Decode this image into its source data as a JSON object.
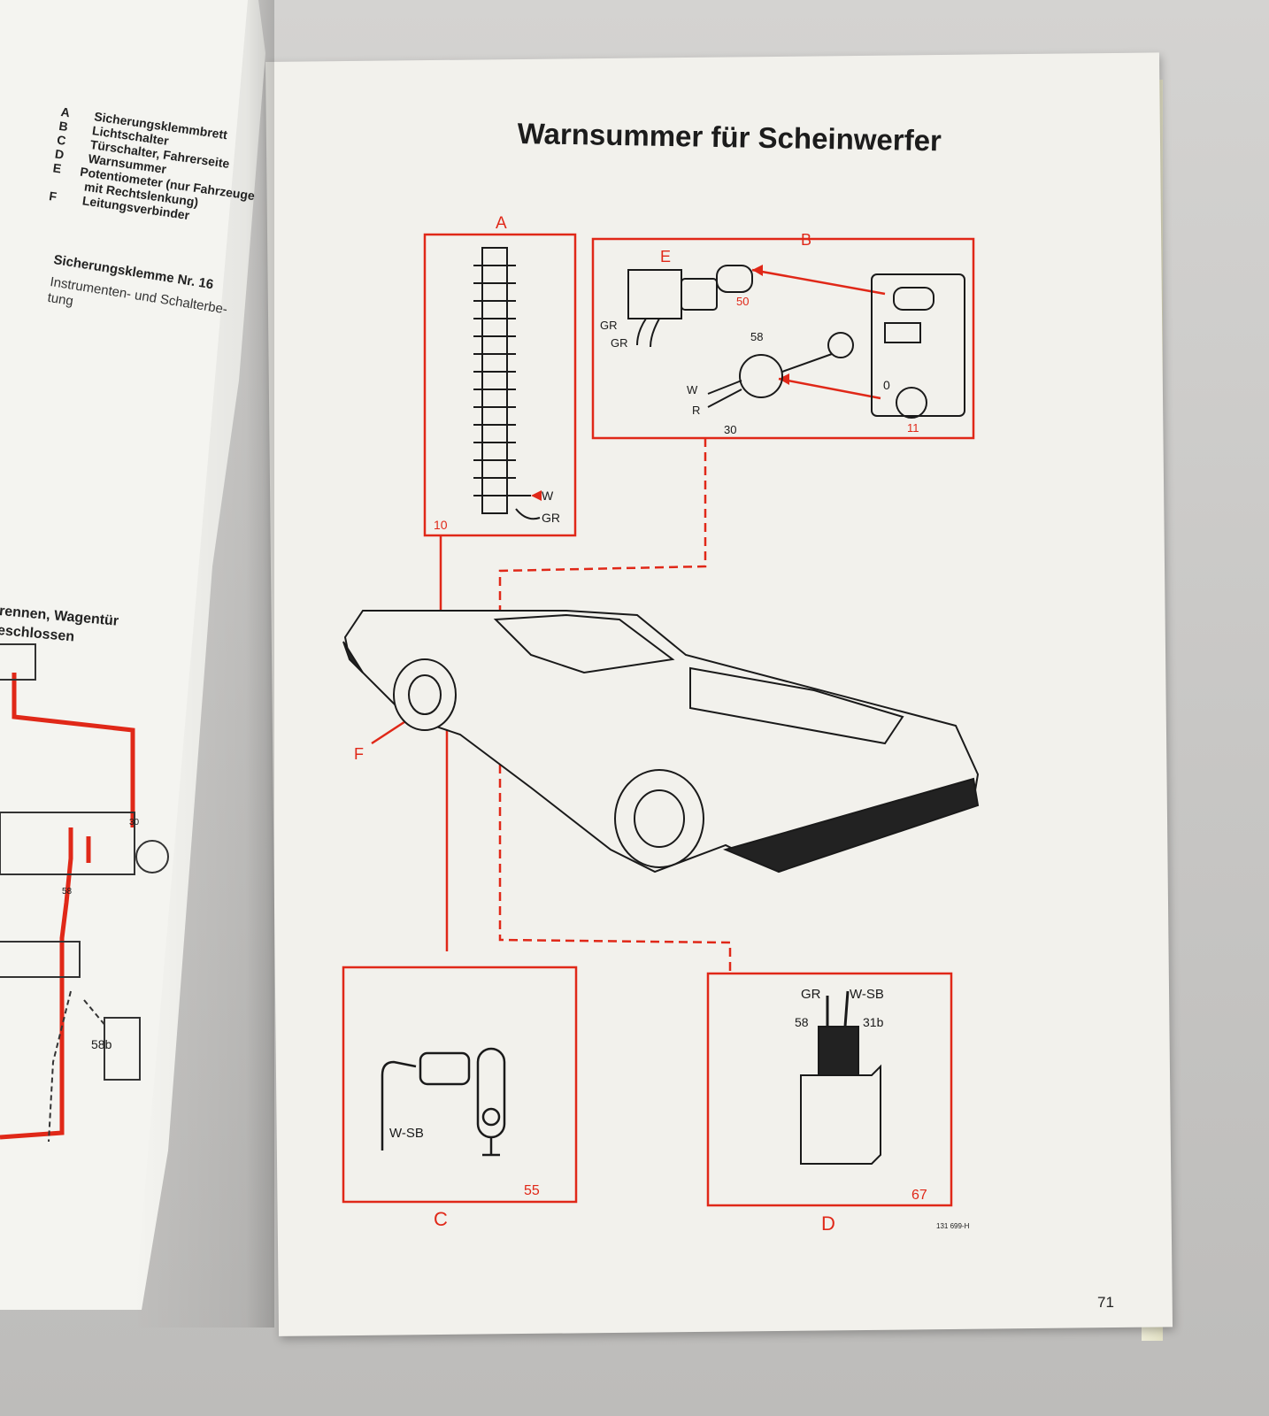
{
  "left_page": {
    "legend": [
      {
        "key": "A",
        "label": "Sicherungsklemmbrett"
      },
      {
        "key": "B",
        "label": "Lichtschalter"
      },
      {
        "key": "C",
        "label": "Türschalter, Fahrerseite"
      },
      {
        "key": "D",
        "label": "Warnsummer"
      },
      {
        "key": "E",
        "label": "Potentiometer (nur Fahrzeuge"
      },
      {
        "key": "",
        "label": "mit Rechtslenkung)"
      },
      {
        "key": "F",
        "label": "Leitungsverbinder"
      }
    ],
    "caption_head": "Sicherungsklemme Nr. 16",
    "caption_line1": "Instrumenten- und Schalterbe-",
    "caption_line2": "tung",
    "sub_line1": "rennen,  Wagentür",
    "sub_line2": "eschlossen",
    "diagram_labels": {
      "t30": "30",
      "t58": "58",
      "t58b": "58b"
    }
  },
  "right_page": {
    "title": "Warnsummer für Scheinwerfer",
    "page_number": "71",
    "figure_code": "131 699-H",
    "callouts": {
      "A": {
        "letter": "A",
        "number": "10",
        "wire1": "W",
        "wire2": "GR"
      },
      "B": {
        "letter": "B",
        "number": "11",
        "sub_e": "E",
        "n50": "50",
        "n58": "58",
        "n30": "30",
        "wire_w": "W",
        "wire_r": "R",
        "gr1": "GR",
        "gr2": "GR",
        "pos0": "0"
      },
      "C": {
        "letter": "C",
        "number": "55",
        "wire": "W-SB"
      },
      "D": {
        "letter": "D",
        "number": "67",
        "wire_gr": "GR",
        "wire_wsb": "W-SB",
        "t58": "58",
        "t31b": "31b"
      },
      "F": {
        "letter": "F"
      }
    }
  },
  "colors": {
    "accent_red": "#e02818",
    "ink": "#1a1a1a",
    "paper": "#f2f1ec"
  }
}
